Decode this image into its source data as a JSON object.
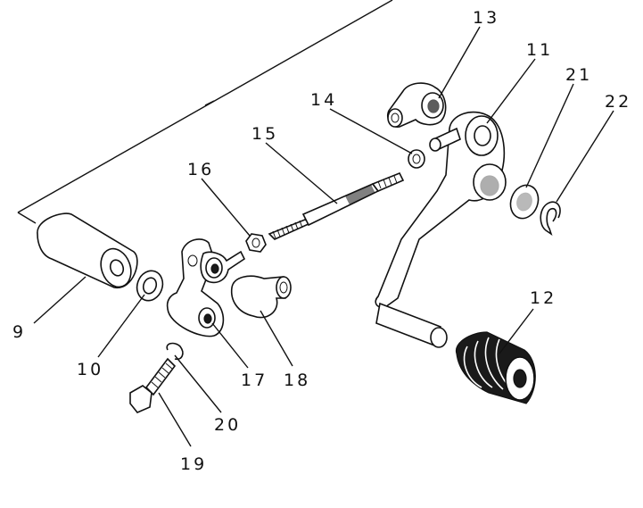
{
  "callouts": {
    "c9": "9",
    "c10": "10",
    "c11": "11",
    "c12": "12",
    "c13": "13",
    "c14": "14",
    "c15": "15",
    "c16": "16",
    "c17": "17",
    "c18": "18",
    "c19": "19",
    "c20": "20",
    "c21": "21",
    "c22": "22"
  }
}
